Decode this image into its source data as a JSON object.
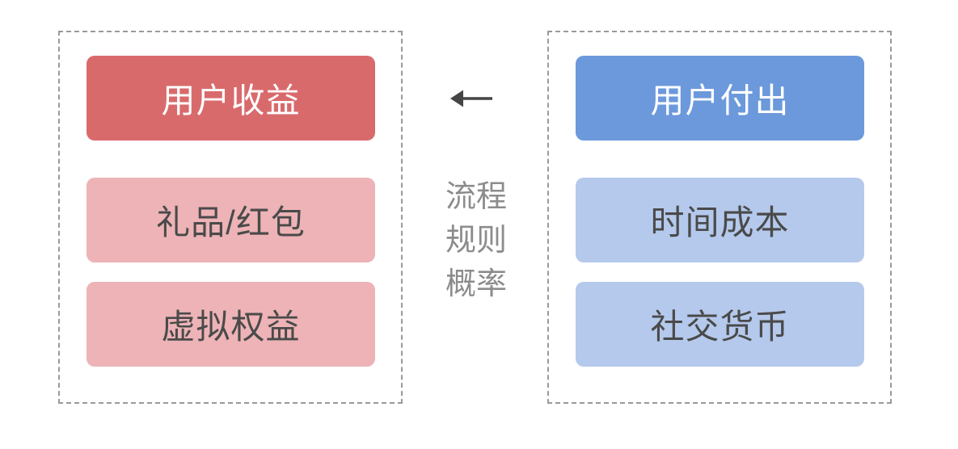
{
  "left_panel": {
    "header": "用户收益",
    "items": [
      "礼品/红包",
      "虚拟权益"
    ]
  },
  "right_panel": {
    "header": "用户付出",
    "items": [
      "时间成本",
      "社交货币"
    ]
  },
  "connector": {
    "arrow_icon": "left-arrow",
    "label_lines": [
      "流程",
      "规则",
      "概率"
    ]
  },
  "colors": {
    "header_red": "#D96A6C",
    "item_pink": "#EDB3B6",
    "header_blue": "#6B99DB",
    "item_blue": "#B4C9EC",
    "dashed_border": "#9A9A9A",
    "dark_text": "#4A4A4A",
    "gray_text": "#8C8C8C",
    "white_text": "#FFFFFF",
    "arrow": "#454545"
  }
}
